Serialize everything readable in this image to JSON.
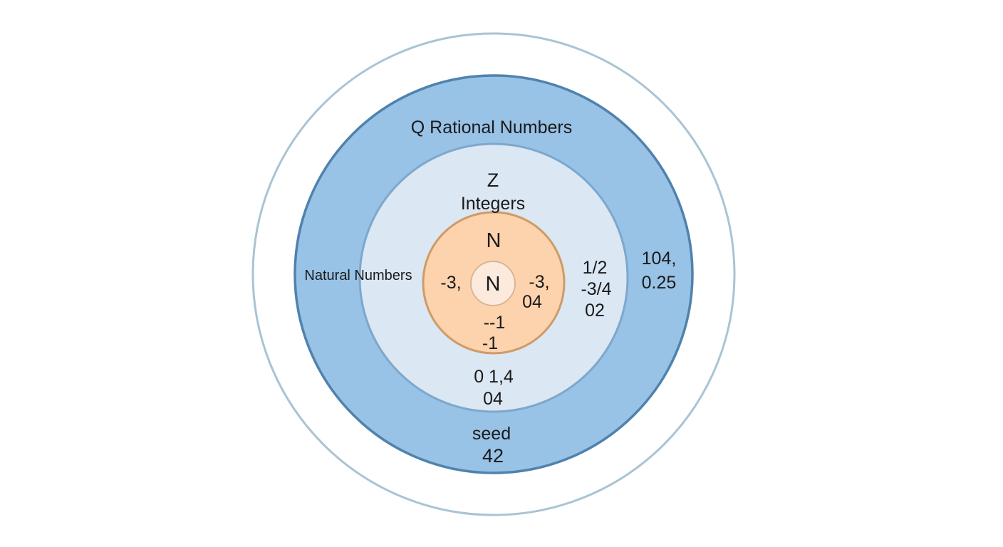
{
  "diagram": {
    "rational": {
      "title": "Q Rational Numbers",
      "examples_right": [
        "104,",
        "0.25"
      ],
      "examples_bottom": [
        "seed",
        "42"
      ]
    },
    "integers": {
      "symbol": "Z",
      "title": "Integers",
      "examples_right": [
        "1/2",
        "-3/4",
        "02"
      ],
      "examples_bottom": [
        "0 1,4",
        "04"
      ]
    },
    "naturals": {
      "symbol": "N",
      "left_label": "Natural Numbers",
      "examples_left": [
        "-3,"
      ],
      "examples_right": [
        "-3,",
        "04"
      ],
      "examples_bottom": [
        "--1",
        "-1"
      ]
    },
    "core": {
      "symbol": "N"
    },
    "colors": {
      "outer_ring_stroke": "#a9c4d4",
      "rational_fill": "#98c2e6",
      "rational_stroke": "#4f82ad",
      "integers_fill": "#dbe7f3",
      "integers_stroke": "#7ea7cc",
      "naturals_fill": "#fdd3ad",
      "naturals_stroke": "#cf9b66",
      "core_fill": "#fcebdc",
      "core_stroke": "#d9b596"
    }
  }
}
